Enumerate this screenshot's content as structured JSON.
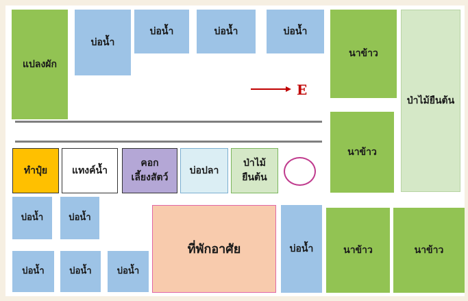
{
  "plots": {
    "vegetable_plot": "แปลงผัก",
    "fish_pond": "บ่อน้ำ",
    "rice_field": "นาข้าว",
    "forest": "ป่าไม้ยืนต้น",
    "compost": "ทำปุ๋ย",
    "water_tank": "แทงค์น้ำ",
    "pen_line1": "คอก",
    "pen_line2": "เลี้ยงสัตว์",
    "fish_pond_2": "บ่อปลา",
    "small_forest_line1": "ป่าไม้",
    "small_forest_line2": "ยืนต้น",
    "residence": "ที่พักอาศัย"
  },
  "direction_label": "E",
  "colors": {
    "pond": "#9dc3e6",
    "rice": "#92c353",
    "forest": "#d5e8c7",
    "compost": "#ffc000",
    "pen": "#b4a7d6",
    "fish_pond_2": "#dbeef4",
    "residence": "#f8cbad",
    "arrow": "#c00000"
  }
}
